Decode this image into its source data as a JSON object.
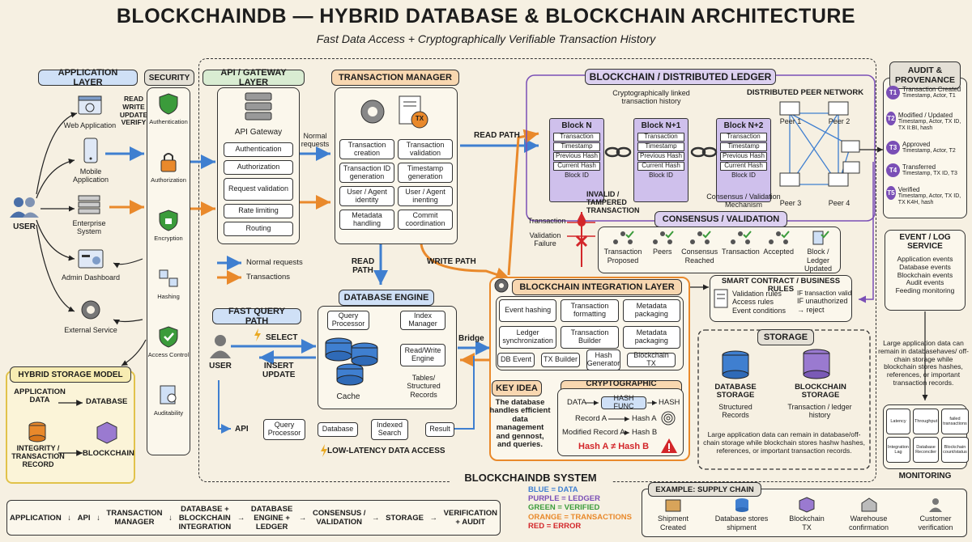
{
  "title": "BLOCKCHAINDB — HYBRID DATABASE & BLOCKCHAIN ARCHITECTURE",
  "subtitle": "Fast Data Access + Cryptographically Verifiable Transaction History",
  "app_layer": {
    "header": "APPLICATION LAYER",
    "items": [
      "Web Application",
      "Mobile Application",
      "Enterprise System",
      "Admin Dashboard",
      "External Service"
    ],
    "user": "USER",
    "ops": "READ\nWRITE\nUPDATE\nVERIFY"
  },
  "security": {
    "header": "SECURITY",
    "items": [
      "Authentication",
      "Authorization",
      "Encryption",
      "Hashing",
      "Access Control",
      "Auditability"
    ]
  },
  "gateway": {
    "header": "API / GATEWAY LAYER",
    "title": "API Gateway",
    "items": [
      "Authentication",
      "Authorization",
      "Request validation",
      "Rate limiting",
      "Routing"
    ],
    "normal_requests": "Normal requests",
    "legend_normal": "Normal requests",
    "legend_tx": "Transactions"
  },
  "tx_manager": {
    "header": "TRANSACTION MANAGER",
    "items": [
      "Transaction creation",
      "Transaction validation",
      "Transaction ID generation",
      "Timestamp generation",
      "User / Agent identity",
      "User / Agent inenting",
      "Metadata handling",
      "Commit coordination"
    ],
    "tx_icon": "TX",
    "read_path": "READ PATH",
    "write_path": "WRITE PATH",
    "read_path2": "READ\nPATH"
  },
  "db_engine": {
    "header": "DATABASE ENGINE",
    "items": [
      "Query Processor",
      "Index Manager",
      "Read/Write Engine",
      "Tables/ Structured Records"
    ],
    "cache": "Cache",
    "bridge": "Bridge"
  },
  "fast_query": {
    "header": "FAST QUERY PATH",
    "user": "USER",
    "select": "SELECT",
    "insert": "INSERT\nUPDATE",
    "api": "API",
    "flow": [
      "Query Processor",
      "Database",
      "Indexed Search",
      "Result"
    ],
    "low_latency": "LOW-LATENCY DATA ACCESS"
  },
  "hybrid": {
    "header": "HYBRID STORAGE MODEL",
    "app_data": "APPLICATION\nDATA",
    "database": "DATABASE",
    "integrity": "INTEGRITY /\nTRANSACTION\nRECORD",
    "blockchain": "BLOCKCHAIN"
  },
  "ledger": {
    "header": "BLOCKCHAIN / DISTRIBUTED LEDGER",
    "linked": "Cryptographically linked transaction history",
    "peer_network": "DISTRIBUTED PEER NETWORK",
    "blocks": [
      {
        "name": "Block N"
      },
      {
        "name": "Block N+1"
      },
      {
        "name": "Block N+2"
      }
    ],
    "fields": [
      "Transaction",
      "Timestamp",
      "Previous Hash",
      "Current Hash",
      "Block ID"
    ],
    "peers": [
      "Peer 1",
      "Peer 2",
      "Peer 3",
      "Peer 4"
    ],
    "consensus_note": "Consensus / Validation\nMechanism"
  },
  "consensus": {
    "header": "CONSENSUS / VALIDATION",
    "steps": [
      "Transaction Proposed",
      "Peers",
      "Consensus Reached",
      "Transaction",
      "Accepted",
      "Block / Ledger Updated"
    ],
    "invalid": "INVALID /\nTAMPERED\nTRANSACTION",
    "transaction": "Transaction",
    "failure": "Validation\nFailure"
  },
  "integration": {
    "header": "BLOCKCHAIN INTEGRATION LAYER",
    "items": [
      "Event hashing",
      "Transaction formatting",
      "Metadata packaging",
      "Ledger synchronization",
      "Transaction Builder",
      "Metadata packaging"
    ],
    "flow": [
      "DB Event",
      "TX Builder",
      "Hash Generator",
      "Blockchain TX"
    ]
  },
  "key_idea": {
    "header": "KEY IDEA",
    "text": "The database handles efficient data management and gennost, and queries."
  },
  "crypto": {
    "header": "CRYPTOGRAPHIC INTEGRITY",
    "data": "DATA",
    "hash_func": "HASH FUNC",
    "hash": "HASH",
    "record_a": "Record A",
    "hash_a": "Hash A",
    "modified": "Modified Record A",
    "hash_b": "Hash B",
    "neq": "Hash A ≠ Hash B"
  },
  "smart_contract": {
    "header": "SMART CONTRACT / BUSINESS RULES",
    "rules": [
      "Validation rules",
      "Access rules",
      "Event conditions"
    ],
    "results": [
      "IF transaction valid",
      "IF unauthorized",
      "→ reject"
    ]
  },
  "storage": {
    "header": "STORAGE",
    "db_title": "DATABASE\nSTORAGE",
    "db_sub": "Structured\nRecords",
    "bc_title": "BLOCKCHAIN\nSTORAGE",
    "bc_sub": "Transaction / ledger\nhistory",
    "note": "Large application data can remain in database/off-chain storage while blockchain stores hashw hashes, references, or important transaction records."
  },
  "side_note": "Large application data can remain in databasehaves/ off-chain storage while blockchain stores hashes, references, or important transaction records.",
  "audit": {
    "header": "AUDIT &\nPROVENANCE",
    "items": [
      {
        "id": "T1",
        "title": "Transaction Created",
        "sub": "Timestamp, Actor, T1"
      },
      {
        "id": "T2",
        "title": "Modified / Updated",
        "sub": "Timestamp, Actor, TX ID, TX II:BI, hash"
      },
      {
        "id": "T3",
        "title": "Approved",
        "sub": "Timestamp, Actor, T2"
      },
      {
        "id": "T4",
        "title": "Transferred",
        "sub": "Timestamp, TX ID, T3"
      },
      {
        "id": "T5",
        "title": "Verified",
        "sub": "Timestamp, Actor, TX ID, TX K4H, hash"
      }
    ]
  },
  "event_log": {
    "header": "EVENT / LOG\nSERVICE",
    "items": [
      "Application events",
      "Database events",
      "Blockchain events",
      "Audit events",
      "Feeding monitoring"
    ]
  },
  "monitoring": {
    "header": "MONITORING",
    "tiles": [
      "Latency",
      "Throughput",
      "failed transactions",
      "Integration Lag",
      "Database Reconciler",
      "Blockchain count/status"
    ]
  },
  "system_label": "BLOCKCHAINDB SYSTEM",
  "color_legend": [
    "BLUE = DATA",
    "PURPLE = LEDGER",
    "GREEN = VERIFIED",
    "ORANGE = TRANSACTIONS",
    "RED = ERROR"
  ],
  "bottom_flow": [
    "APPLICATION",
    "API",
    "TRANSACTION\nMANAGER",
    "DATABASE +\nBLOCKCHAIN\nINTEGRATION",
    "DATABASE\nENGINE +\nLEDGER",
    "CONSENSUS /\nVALIDATION",
    "STORAGE",
    "VERIFICATION\n+ AUDIT"
  ],
  "supply_chain": {
    "header": "EXAMPLE: SUPPLY CHAIN",
    "steps": [
      "Shipment\nCreated",
      "Database stores\nshipment",
      "Blockchain\nTX",
      "Warehouse\nconfirmation",
      "Customer\nverification"
    ]
  },
  "colors": {
    "blue": "#3f7fd0",
    "orange": "#e9892b",
    "purple": "#7a4fb6",
    "green": "#3b9b3b",
    "red": "#d3262a"
  }
}
